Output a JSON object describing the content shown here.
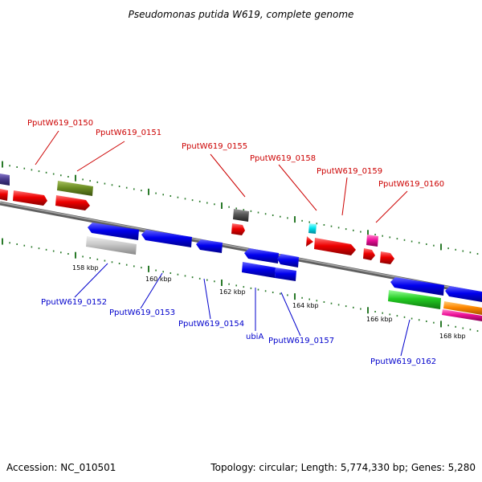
{
  "title": "Pseudomonas putida W619, complete genome",
  "footer": {
    "accession": "Accession: NC_010501",
    "summary": "Topology: circular; Length: 5,774,330 bp; Genes: 5,280"
  },
  "colors": {
    "red_label": "#cc0000",
    "blue_label": "#0000cc",
    "backbone": "#808080",
    "tick": "#2a7a2a",
    "blue_gene": "#0000ee",
    "red_gene": "#ee0000",
    "olive_gene": "#6b8e23",
    "gray_gene": "#555555",
    "silver_gene": "#c0c0c0",
    "cyan_gene": "#00e5ee",
    "magenta_gene": "#ee1199",
    "green_gene": "#22cc22",
    "orange_gene": "#ff8800",
    "purple_gene": "#4b3d8f"
  },
  "scale_labels": [
    "158 kbp",
    "160 kbp",
    "162 kbp",
    "164 kbp",
    "166 kbp",
    "168 kbp"
  ],
  "forward_gene_labels": [
    "PputW619_0150",
    "PputW619_0151",
    "PputW619_0155",
    "PputW619_0158",
    "PputW619_0159",
    "PputW619_0160"
  ],
  "reverse_gene_labels": [
    "PputW619_0152",
    "PputW619_0153",
    "PputW619_0154",
    "ubiA",
    "PputW619_0157",
    "PputW619_0162"
  ]
}
